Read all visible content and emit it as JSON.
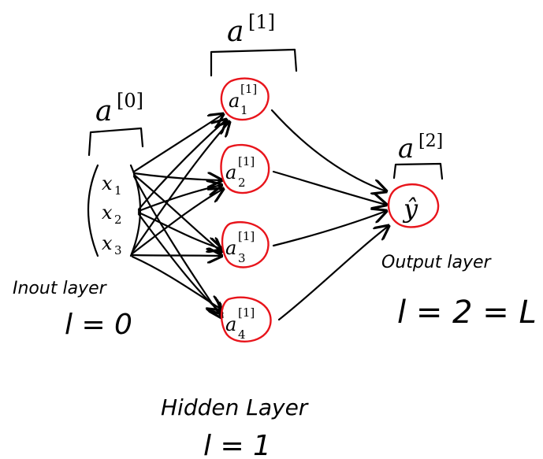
{
  "labels": {
    "input_activation": "a",
    "input_activation_sup": "[0]",
    "hidden_activation": "a",
    "hidden_activation_sup": "[1]",
    "output_activation": "a",
    "output_activation_sup": "[2]",
    "input_layer": "Inout layer",
    "input_layer_index": "l = 0",
    "hidden_layer": "Hidden Layer",
    "hidden_layer_index": "l = 1",
    "output_layer": "Output layer",
    "output_layer_index": "l = 2 = L"
  },
  "inputs": [
    {
      "base": "x",
      "sub": "1"
    },
    {
      "base": "x",
      "sub": "2"
    },
    {
      "base": "x",
      "sub": "3"
    }
  ],
  "hidden_nodes": [
    {
      "base": "a",
      "sup": "[1]",
      "sub": "1"
    },
    {
      "base": "a",
      "sup": "[1]",
      "sub": "2"
    },
    {
      "base": "a",
      "sup": "[1]",
      "sub": "3"
    },
    {
      "base": "a",
      "sup": "[1]",
      "sub": "4"
    }
  ],
  "output_node": {
    "base": "ŷ"
  },
  "colors": {
    "node_circle": "#e8141b",
    "ink": "#000000"
  }
}
